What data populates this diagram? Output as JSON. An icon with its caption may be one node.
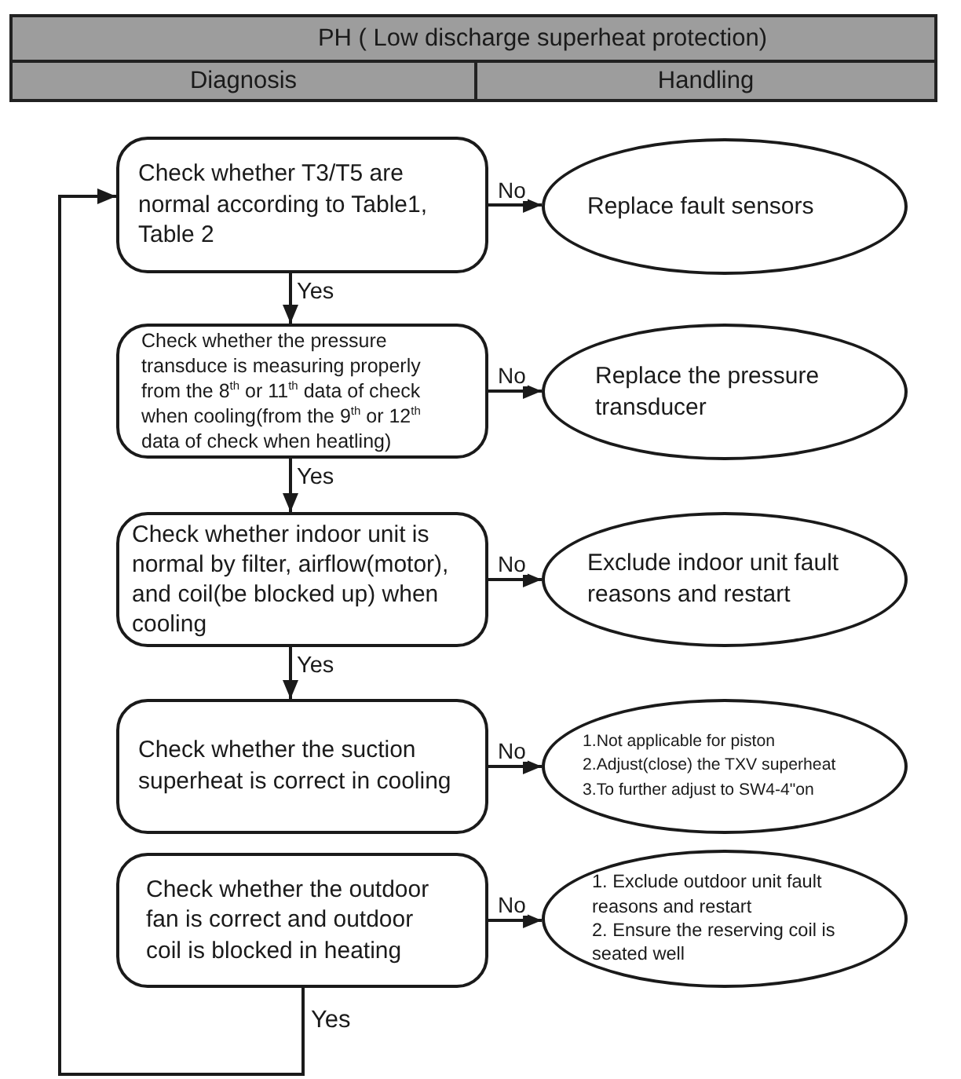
{
  "diagram": {
    "title": "PH ( Low discharge superheat protection)",
    "nodes": [
      {
        "text": [
          "Check whether T3/T5 are normal according to Table1, Table 2"
        ]
      },
      {
        "text": [
          "Replace fault sensors"
        ]
      },
      {
        "text": [
          "Check whether the pressure transduce is measuring properly from the 8$^{th}$ or 11$^{th}$ data of check when cooling(from the 9$^{th}$ or 12$^{th}$ data of check when heatling)"
        ]
      },
      {
        "text": [
          "Replace the pressure transducer"
        ]
      },
      {
        "text": [
          "Check whether indoor unit is normal by filter, airflow(motor), and coil(be blocked up) when cooling"
        ]
      },
      {
        "text": [
          "Exclude indoor unit fault reasons and restart"
        ]
      },
      {
        "text": [
          "Check whether the suction superheat is correct in cooling"
        ]
      },
      {
        "text": [
          "1.Not applicable for piston",
          "2.Adjust(close) the TXV superheat",
          "3.To further adjust to SW4-4\"on"
        ]
      },
      {
        "text": [
          "Check whether the outdoor fan is correct and outdoor coil is blocked in heating"
        ]
      },
      {
        "text": [
          "1. Exclude outdoor unit fault reasons and restart",
          "2. Ensure the reserving coil is seated well"
        ]
      }
    ],
    "edges": [
      {
        "from": 0,
        "to": 1,
        "arrow": "to",
        "label": "No"
      },
      {
        "from": 0,
        "to": 2,
        "arrow": "to",
        "label": "Yes"
      },
      {
        "from": 2,
        "to": 3,
        "arrow": "to",
        "label": "No"
      },
      {
        "from": 2,
        "to": 4,
        "arrow": "to",
        "label": "Yes"
      },
      {
        "from": 4,
        "to": 5,
        "arrow": "to",
        "label": "No"
      },
      {
        "from": 4,
        "to": 6,
        "arrow": "to",
        "label": "Yes"
      },
      {
        "from": 6,
        "to": 7,
        "arrow": "to",
        "label": "No"
      },
      {
        "from": 8,
        "to": 9,
        "arrow": "to",
        "label": "No"
      },
      {
        "from": 8,
        "to": 0,
        "arrow": "to",
        "label": "Yes"
      }
    ],
    "labels": [
      "Diagnosis",
      "Handling"
    ]
  }
}
